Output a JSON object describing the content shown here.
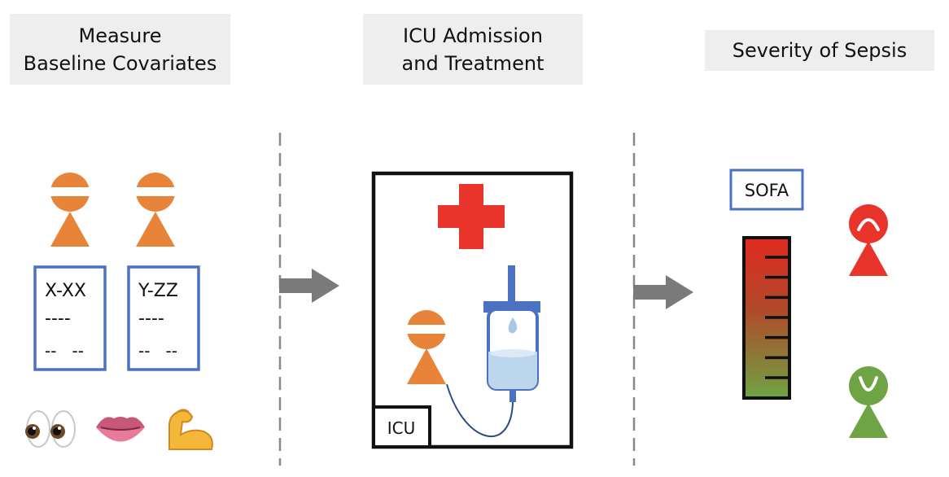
{
  "stages": [
    {
      "title": "Measure\nBaseline Covariates"
    },
    {
      "title": "ICU Admission\nand Treatment"
    },
    {
      "title": "Severity of Sepsis"
    }
  ],
  "baseline": {
    "cards": [
      {
        "code": "X-XX",
        "line2": "----",
        "line3": "--   --"
      },
      {
        "code": "Y-ZZ",
        "line2": "----",
        "line3": "--   --"
      }
    ],
    "emojis": [
      "👀",
      "👄",
      "💪"
    ]
  },
  "icu": {
    "room_label": "ICU"
  },
  "severity": {
    "scale_label": "SOFA",
    "tick_count": 7
  },
  "colors": {
    "person_orange": "#e8833a",
    "cross_red": "#e8342a",
    "bad_red": "#e8342a",
    "good_green": "#6ea443",
    "card_border": "#4a72c0",
    "iv_blue": "#4a72c0",
    "iv_fluid": "#bcd6ee",
    "header_bg": "#eeeeee",
    "arrow_gray": "#7a7a7a"
  }
}
